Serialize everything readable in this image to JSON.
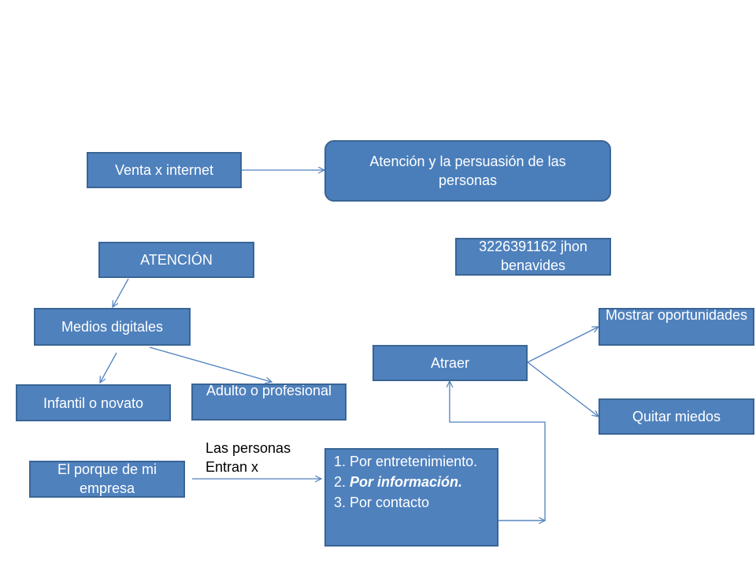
{
  "nodes": {
    "venta": "Venta x internet",
    "persuasion": "Atención y la persuasión de las personas",
    "atencion": "ATENCIÓN",
    "contact": "3226391162 jhon benavides",
    "medios": "Medios digitales",
    "mostrar": "Mostrar oportunidades",
    "atraer": "Atraer",
    "infantil": "Infantil o novato",
    "adulto": "Adulto o profesional",
    "quitar": "Quitar miedos",
    "porque": "El porque de mi empresa"
  },
  "annotation": {
    "line1": "Las personas",
    "line2": "Entran x"
  },
  "reasons": {
    "item1": "1. Por entretenimiento.",
    "item2_num": "2. ",
    "item2_text": "Por información.",
    "item3": "3. Por contacto"
  },
  "colors": {
    "box_fill": "#4f81bd",
    "box_border": "#3a6595",
    "connector": "#4f81bd"
  }
}
